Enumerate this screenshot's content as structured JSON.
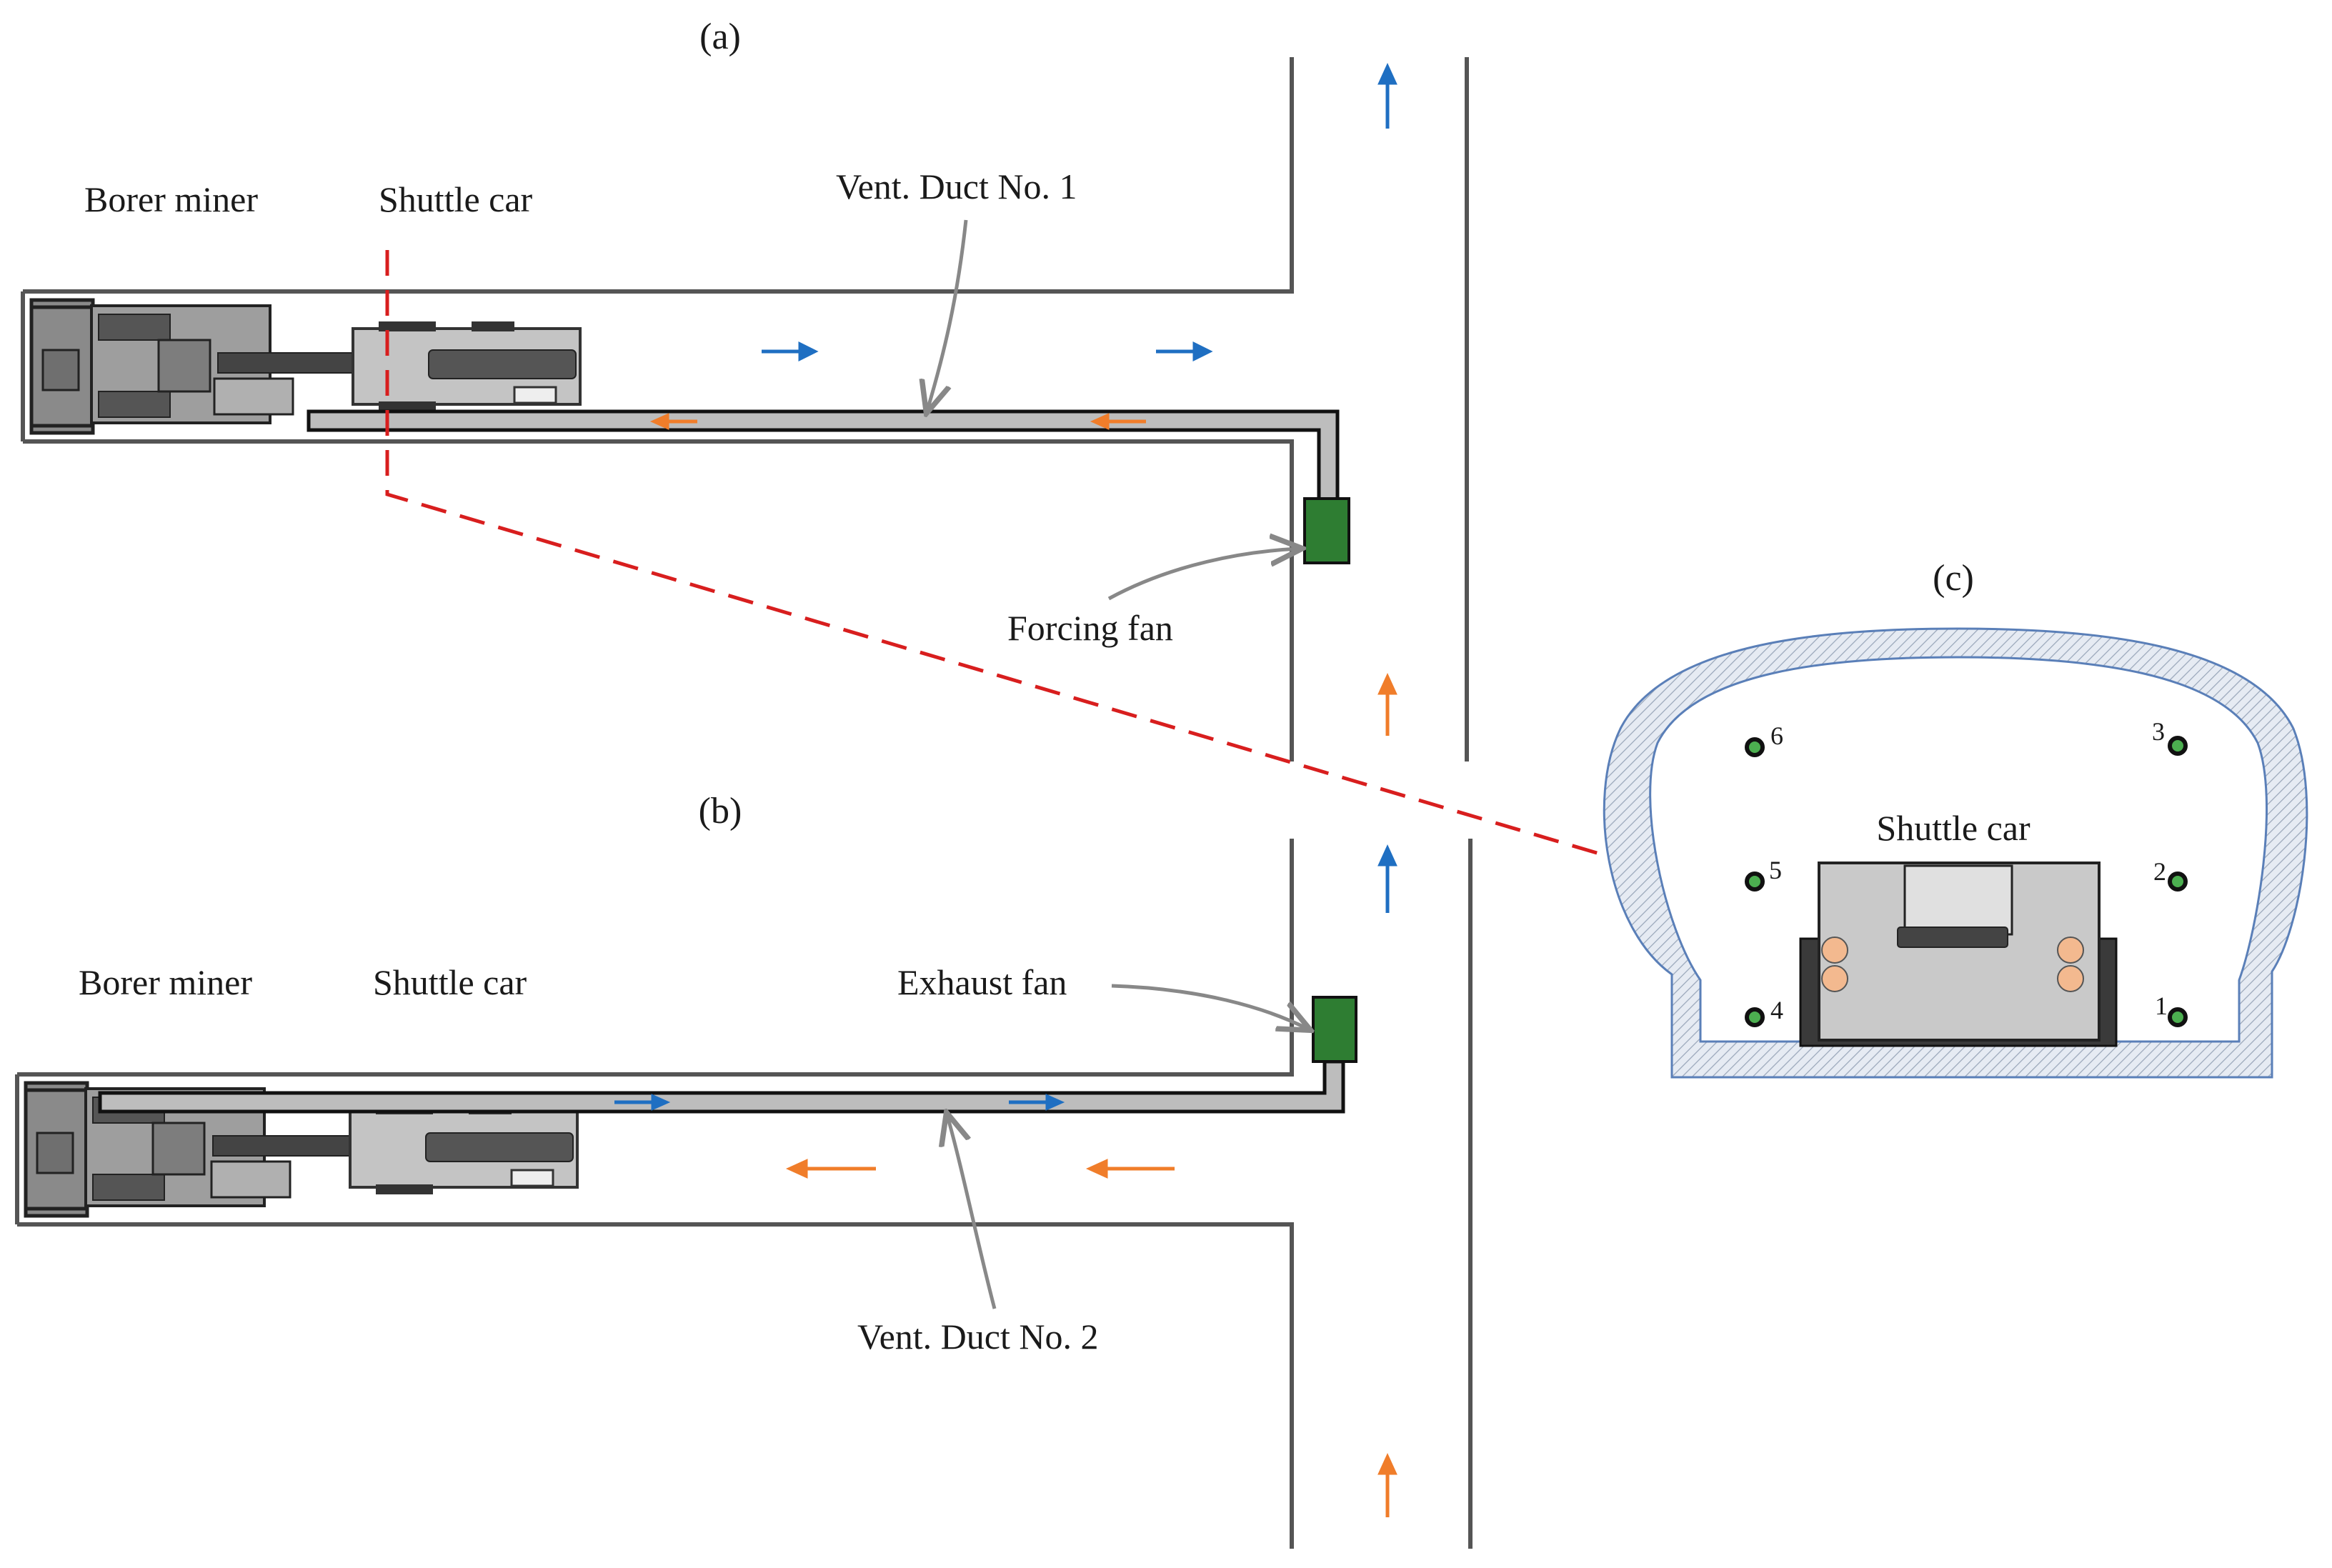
{
  "panels": {
    "a": {
      "label": "(a)",
      "borer_miner": "Borer miner",
      "shuttle_car": "Shuttle car",
      "duct": "Vent. Duct No. 1",
      "fan": "Forcing fan"
    },
    "b": {
      "label": "(b)",
      "borer_miner": "Borer miner",
      "shuttle_car": "Shuttle car",
      "duct": "Vent. Duct No. 2",
      "fan": "Exhaust fan"
    },
    "c": {
      "label": "(c)",
      "shuttle_car": "Shuttle car",
      "points": [
        "1",
        "2",
        "3",
        "4",
        "5",
        "6"
      ]
    }
  },
  "colors": {
    "fresh_air": "#1f6fc2",
    "return_air": "#f07d2a",
    "fan": "#2e7d32",
    "section_line": "#d81e1e",
    "duct": "#bdbdbd",
    "wall": "#555555",
    "tunnel_lining": "#a9b9cf",
    "roller": "#f3b98f",
    "sensor": "#4caf50"
  },
  "icons": {
    "borer": "borer-miner-icon",
    "shuttle": "shuttle-car-icon",
    "fan": "fan-icon",
    "flow": "arrow-icon"
  }
}
